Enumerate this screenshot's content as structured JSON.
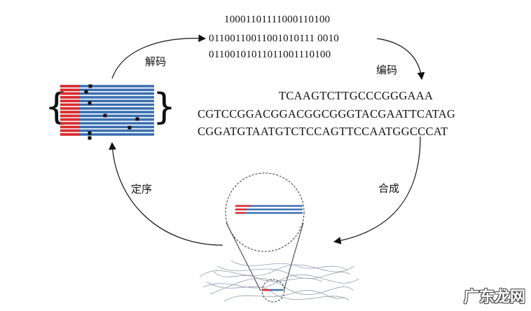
{
  "binary_lines": [
    "10001101111000110100",
    "01100110011001010111 0010",
    "01100101011011001110100"
  ],
  "sequences": [
    "TCAAGTCTTGCCCGGGAAA",
    "CGTCCGGACGGACGGCGGGTACGAATTCATAG",
    "CGGATGTAATGTCTCCAGTTCCAATGGCCCAT"
  ],
  "labels": {
    "decode": "解码",
    "encode": "编码",
    "synthesis": "合成",
    "sequencing": "定序"
  },
  "watermark": "广东龙网",
  "colors": {
    "strand_blue": "#3a6fb0",
    "strand_red": "#e02a2a",
    "arrow": "#111111"
  }
}
